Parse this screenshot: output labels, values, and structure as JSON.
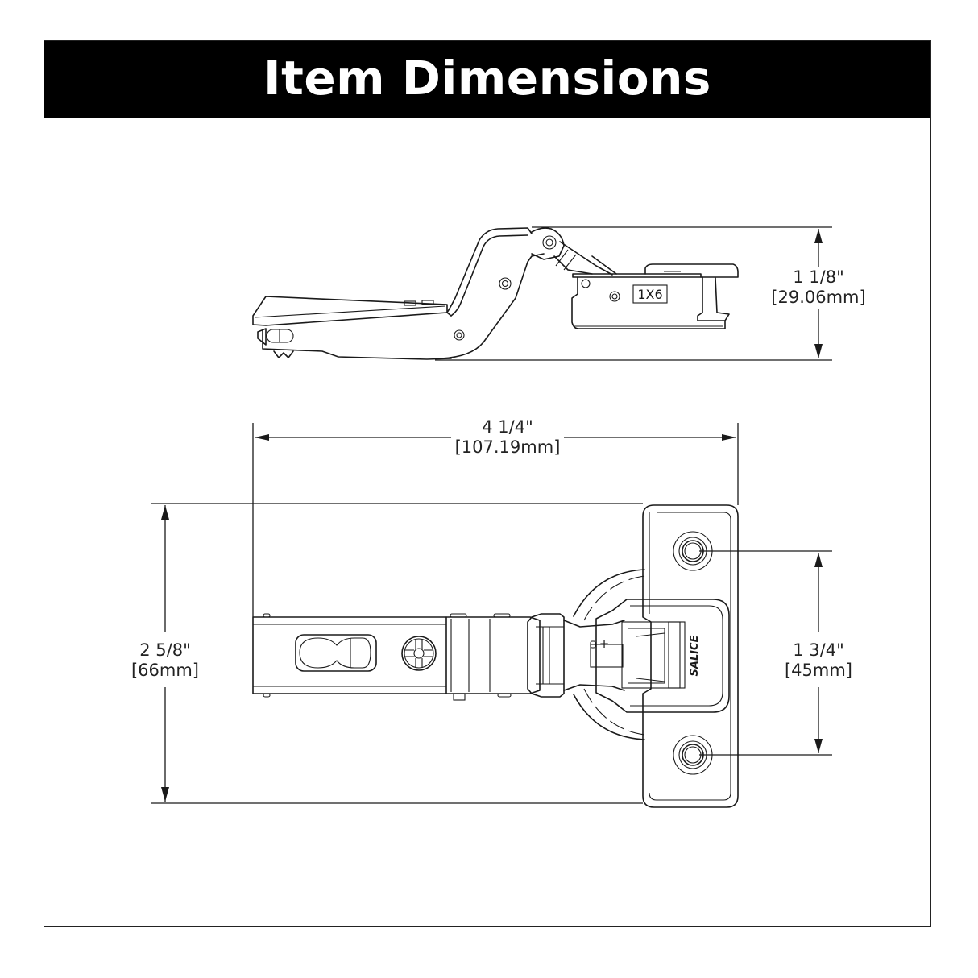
{
  "header": {
    "title": "Item Dimensions",
    "background_color": "#000000",
    "text_color": "#ffffff"
  },
  "side_view": {
    "label_1x6": "1X6",
    "height_dimension": {
      "imperial": "1 1/8\"",
      "metric": "[29.06mm]"
    }
  },
  "top_view": {
    "brand_mark": "SALICE",
    "center_mark": "+",
    "overall_length": {
      "imperial": "4 1/4\"",
      "metric": "[107.19mm]"
    },
    "overall_width": {
      "imperial": "2 5/8\"",
      "metric": "[66mm]"
    },
    "hole_spacing": {
      "imperial": "1 3/4\"",
      "metric": "[45mm]"
    }
  },
  "colors": {
    "line": "#1a1a1a",
    "background": "#ffffff",
    "frame_border": "#222222"
  }
}
